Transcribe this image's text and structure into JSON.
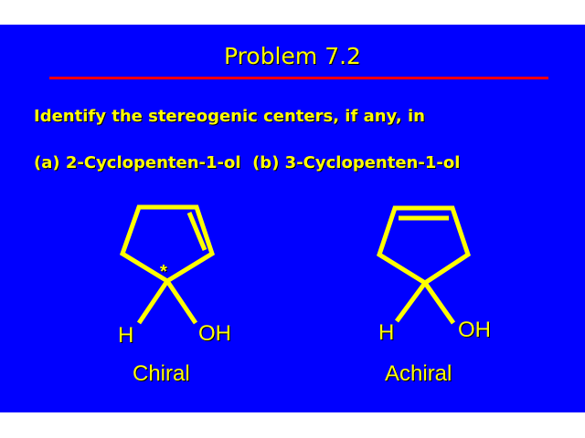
{
  "slide": {
    "title": "Problem 7.2",
    "prompt": "Identify the stereogenic centers, if any, in",
    "compounds_line": "(a) 2-Cyclopenten-1-ol  (b) 3-Cyclopenten-1-ol",
    "structures": [
      {
        "marker": "*",
        "h_label": "H",
        "oh_label": "OH",
        "caption": "Chiral"
      },
      {
        "h_label": "H",
        "oh_label": "OH",
        "caption": "Achiral"
      }
    ],
    "colors": {
      "background": "#0000ff",
      "text": "#ffff00",
      "rule": "#ff0000"
    }
  }
}
